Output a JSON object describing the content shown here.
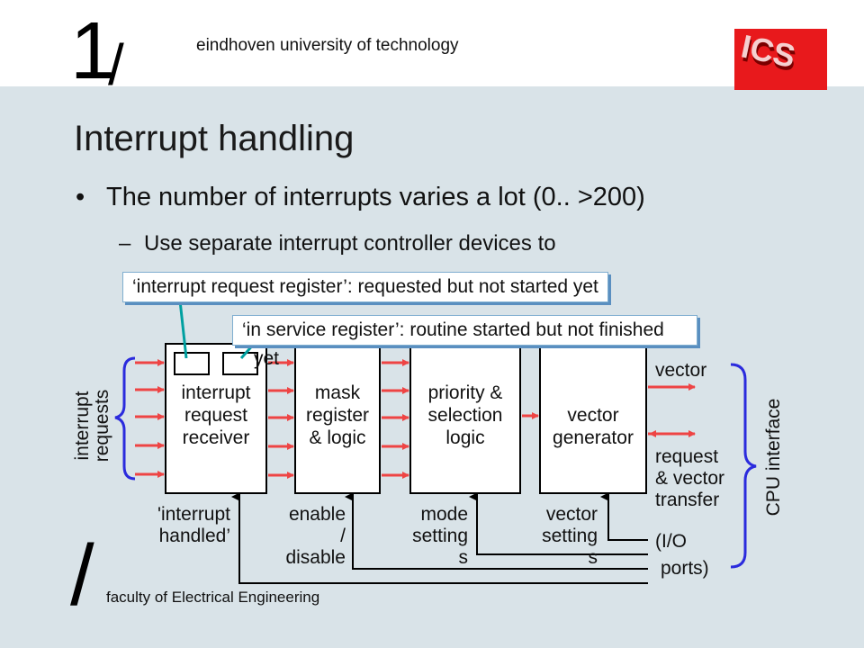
{
  "header": {
    "logo_one": "1",
    "logo_slash": "/",
    "university": "eindhoven university of technology",
    "ics_logo_text": "ICS"
  },
  "footer": {
    "slash": "/",
    "faculty": "faculty of Electrical Engineering"
  },
  "slide": {
    "title": "Interrupt handling",
    "bullet1": "The number of interrupts varies a lot (0.. >200)",
    "bullet2": "Use separate interrupt controller devices to",
    "bullet2_dash": "–",
    "partial_yet": "yet"
  },
  "callouts": {
    "irr": "‘interrupt request register’: requested but not started yet",
    "isr": "‘in service register’: routine started but not finished"
  },
  "diagram": {
    "blocks": [
      {
        "lines": [
          "interrupt",
          "request",
          "receiver"
        ]
      },
      {
        "lines": [
          "mask",
          "register",
          "& logic"
        ]
      },
      {
        "lines": [
          "priority &",
          "selection",
          "logic"
        ]
      },
      {
        "lines": [
          "vector",
          "generator"
        ]
      }
    ],
    "left_label": [
      "interrupt",
      "requests"
    ],
    "right_labels": {
      "vector": "vector",
      "request_transfer": [
        "request",
        "& vector",
        "transfer"
      ],
      "io_ports": [
        "(I/O",
        "ports)"
      ],
      "cpu_interface": "CPU interface"
    },
    "bottom_labels": {
      "handled": [
        "'interrupt",
        "handled’"
      ],
      "enable": [
        "enable",
        "/",
        "disable"
      ],
      "mode": [
        "mode",
        "setting",
        "s"
      ],
      "vector_setting": [
        "vector",
        "setting",
        "s"
      ]
    }
  },
  "colors": {
    "background": "#d9e3e8",
    "arrow": "#ee4444",
    "brace": "#2b2bdd",
    "callout_line": "#00a0a0"
  }
}
